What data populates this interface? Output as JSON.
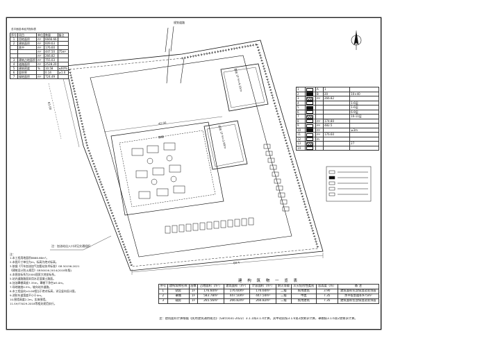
{
  "params_table": {
    "title": "总平面技术经济指标表",
    "header": [
      "序号",
      "项目",
      "单位",
      "数量",
      "备注"
    ],
    "rows": [
      [
        "1",
        "用地面积",
        "m²",
        "6666.66",
        ""
      ],
      [
        "2",
        "建筑面积",
        "m²",
        "609.63",
        ""
      ],
      [
        "",
        "其中",
        "m²",
        "176.60",
        ""
      ],
      [
        "",
        "",
        "m²",
        "447.50",
        "75m²"
      ],
      [
        "",
        "",
        "m²",
        "266.82",
        ""
      ],
      [
        "3",
        "建筑占地面积",
        "m²",
        "755.03",
        ""
      ],
      [
        "4",
        "道路面积",
        "m²",
        "2528.20",
        ""
      ],
      [
        "5",
        "建筑密度",
        "%",
        "10.58",
        "≤60%"
      ],
      [
        "6",
        "容积率",
        "",
        "0.14",
        "≥1.0"
      ],
      [
        "7",
        "绿地面积",
        "m²",
        "724.49",
        ""
      ]
    ]
  },
  "legend_table": {
    "rows": [
      [
        "1",
        "",
        "A",
        "1",
        ""
      ],
      [
        "2",
        "",
        "B",
        "20",
        "10×40"
      ],
      [
        "3",
        "",
        "m²",
        "266.82",
        ""
      ],
      [
        "4",
        "",
        "",
        "",
        "1-6层"
      ],
      [
        "5",
        "",
        "",
        "",
        "1-6层"
      ],
      [
        "6",
        "",
        "",
        "",
        "6-9层"
      ],
      [
        "7",
        "",
        "",
        "",
        "10-11层"
      ],
      [
        "8",
        "",
        "m²",
        "174.80",
        ""
      ],
      [
        "9",
        "",
        "m²",
        "482.5",
        ""
      ],
      [
        "10",
        "",
        "m²",
        "",
        "≥3m"
      ],
      [
        "11",
        "",
        "m²",
        "176.60",
        ""
      ],
      [
        "12",
        "",
        "m",
        "",
        ""
      ],
      [
        "13",
        "",
        "",
        "",
        "27"
      ],
      [
        "14",
        "",
        "",
        "",
        ""
      ]
    ]
  },
  "building_table": {
    "title": "建 构 筑 物 一 览 表",
    "header": [
      "序号",
      "建构筑物名称",
      "层数",
      "占地面积（m²）",
      "建筑面积（m²）",
      "计容面积（m²）",
      "耐火等级",
      "火灾危险性类别",
      "总高度（m）",
      "备 注"
    ],
    "rows": [
      [
        "1",
        "站房",
        "1F",
        "176.60m²",
        "176.60m²",
        "176.60m²",
        "二级",
        "民用建筑",
        "3.90",
        "建筑面积包含保温及装饰层"
      ],
      [
        "2",
        "罩棚",
        "1F",
        "583.78m²",
        "447.50m²",
        "447.50m²",
        "二级",
        "甲类",
        "7.35",
        "水平投影面积975m²"
      ],
      [
        "3",
        "辅房",
        "1F",
        "265.56m²",
        "266.82m²",
        "266.82m²",
        "二级",
        "民用建筑",
        "7.35",
        "建筑面积包含保温及装饰层"
      ]
    ]
  },
  "footnote": "注：建筑面积计算根据《民用建筑通用规范》（GB55031-2022）3.1.1和3.1.4计算，其中站房按3.1.6第2款要求计算，罩棚按3.1.6第2款要求计算。",
  "notes": {
    "title": "注：",
    "lines": [
      "1.本工程用地面积6666.66m²。",
      "2.本图尺寸单位为m，标高为绝对标高。",
      "3.依据《汽车加油加气加氢站技术标准》GB 50156-2021",
      "《建筑设计防火规范》GB50016-2014(2018年版)",
      "4.本图坐标系为2000国家大地坐标系。",
      "5.站内道路路面采用水泥混凝土路面。",
      "6.加油罩棚高度7.35m，罩棚下净空≥5.0m。",
      "7.场地坡度0.5%，坡向站外道路。",
      "8.本工程竖向±0.00相当于绝对标高，详见竖向设计图。",
      "9.消防车道宽度不小于4m。",
      "10.围墙高度2.2m，实体围墙。",
      "11.SH/T3029-2018等相关规范执行。"
    ]
  },
  "site_labels": {
    "top_road": "规划道路",
    "bldg_a": "辅房 1F H=4.35m",
    "bldg_b": "站房 1F H=3.90m",
    "canopy": "罩棚",
    "note_callout": "注：加油站出入口详见交通组织",
    "dim_bottom": "68.4",
    "dim_left": "83.00",
    "dim_mid": "42.00"
  },
  "colors": {
    "line": "#111111",
    "frame": "#222222",
    "paper": "#ffffff"
  }
}
